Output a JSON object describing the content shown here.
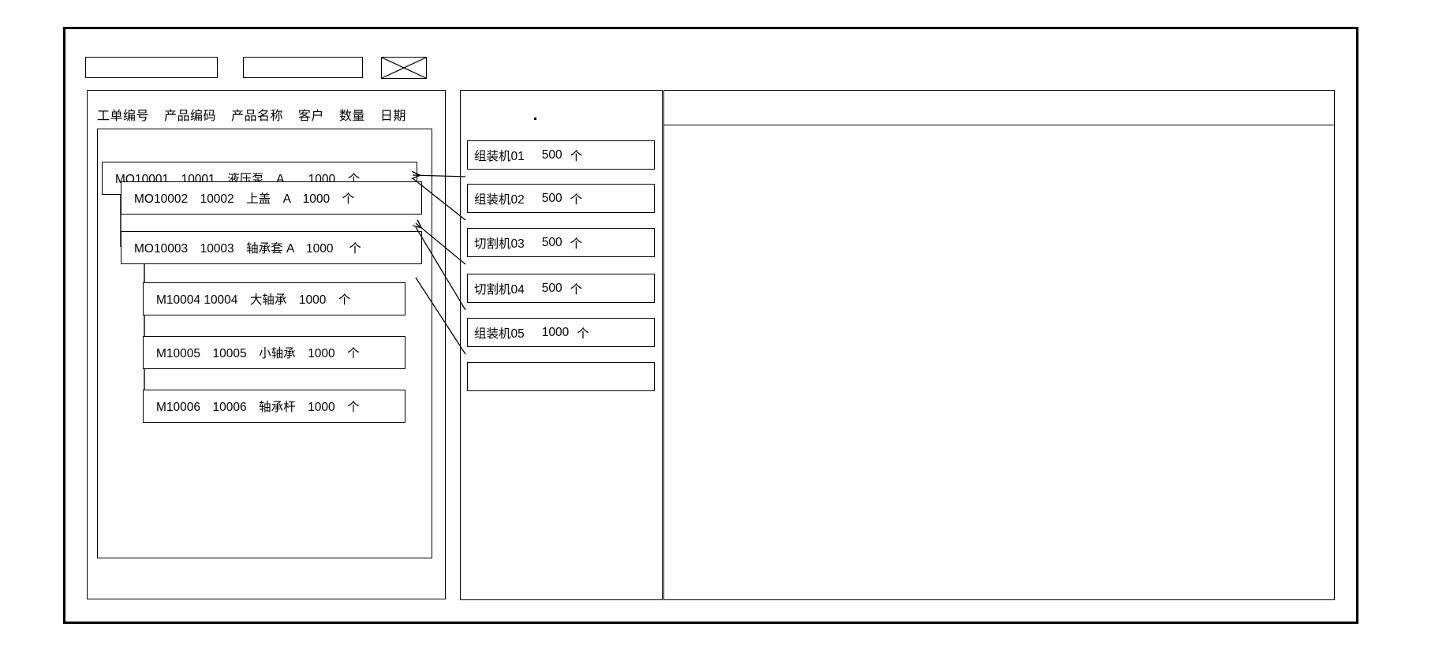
{
  "window": {
    "title_bar_present": true
  },
  "toolbar": {
    "fields": [
      {
        "name": "toolbar-field-1",
        "value": ""
      },
      {
        "name": "toolbar-field-2",
        "value": ""
      }
    ],
    "image_placeholder_label": ""
  },
  "left_panel": {
    "column_headers": [
      "工单编号",
      "产品编码",
      "产品名称",
      "客户",
      "数量",
      "日期"
    ],
    "rows": [
      {
        "level": 0,
        "order_no": "MO10001",
        "product_code": "10001",
        "product_name": "液压泵",
        "customer": "A",
        "quantity": "1000",
        "unit": "个",
        "text": "MO10001　10001　液压泵　A　　1000　个"
      },
      {
        "level": 1,
        "order_no": "MO10002",
        "product_code": "10002",
        "product_name": "上盖",
        "customer": "A",
        "quantity": "1000",
        "unit": "个",
        "text": "MO10002　10002　上盖　A　1000　个"
      },
      {
        "level": 1,
        "order_no": "MO10003",
        "product_code": "10003",
        "product_name": "轴承套",
        "customer": "A",
        "quantity": "1000",
        "unit": "个",
        "text": "MO10003　10003　轴承套 A　1000　 个"
      },
      {
        "level": 2,
        "order_no": "M10004",
        "product_code": "10004",
        "product_name": "大轴承",
        "customer": "",
        "quantity": "1000",
        "unit": "个",
        "text": "M10004 10004　大轴承　1000　个"
      },
      {
        "level": 2,
        "order_no": "M10005",
        "product_code": "10005",
        "product_name": "小轴承",
        "customer": "",
        "quantity": "1000",
        "unit": "个",
        "text": "M10005　10005　小轴承　1000　个"
      },
      {
        "level": 2,
        "order_no": "M10006",
        "product_code": "10006",
        "product_name": "轴承杆",
        "customer": "",
        "quantity": "1000",
        "unit": "个",
        "text": "M10006　10006　轴承杆　1000　个"
      }
    ]
  },
  "mid_panel": {
    "machines": [
      {
        "name": "组装机01",
        "quantity": "500",
        "unit": "个"
      },
      {
        "name": "组装机02",
        "quantity": "500",
        "unit": "个"
      },
      {
        "name": "切割机03",
        "quantity": "500",
        "unit": "个"
      },
      {
        "name": "切割机04",
        "quantity": "500",
        "unit": "个"
      },
      {
        "name": "组装机05",
        "quantity": "1000",
        "unit": "个"
      },
      {
        "name": "",
        "quantity": "",
        "unit": ""
      }
    ]
  },
  "right_panel": {
    "header_text": "",
    "body_text": ""
  },
  "colors": {
    "stroke": "#000000",
    "background": "#ffffff"
  }
}
